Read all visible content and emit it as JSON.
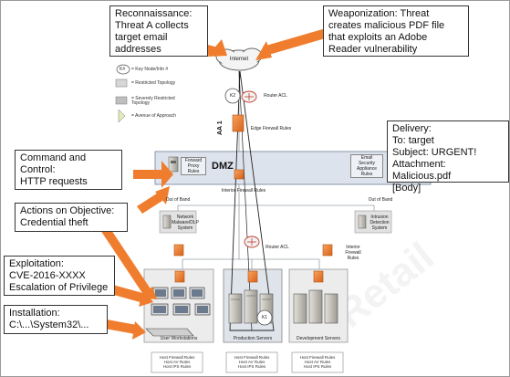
{
  "callouts": {
    "reconnaissance": "Reconnaissance:\nThreat A collects\ntarget email\naddresses",
    "weaponization": "Weaponization: Threat\ncreates malicious PDF file\nthat exploits an Adobe\nReader vulnerability",
    "delivery": "Delivery:\nTo: target\nSubject: URGENT!\nAttachment: Malicious.pdf\n[Body]",
    "command_control": "Command and\nControl:\nHTTP requests",
    "actions_objective": "Actions on Objective:\nCredential theft",
    "exploitation": "Exploitation:\nCVE-2016-XXXX\nEscalation of Privilege",
    "installation": "Installation:\nC:\\...\\System32\\..."
  },
  "diagram": {
    "internet_label": "Internet",
    "dmz_label": "DMZ",
    "aa_label": "AA 1",
    "k1_label": "K1",
    "k2_label": "K2",
    "router_acl_top": "Router ACL",
    "router_acl_mid": "Router ACL",
    "edge_firewall": "Edge Firewall Rules",
    "interior_firewall": "Interior Firewall Rules",
    "interior_firewall_right": "Interior\nFirewall\nRules",
    "forward_proxy": "Forward\nProxy\nRules",
    "email_security": "Email\nSecurity\nAppliance\nRules",
    "out_of_band_left": "Out of Band",
    "out_of_band_right": "Out of Band",
    "network_malware": "Network\nMalware/DLP\nSystem",
    "intrusion_detection": "Intrusion\nDetection\nSystem",
    "user_workstations": "User Workstations",
    "production_servers": "Production Servers",
    "development_servers": "Development Servers",
    "host_rules": "Host Firewall Rules\nHost AV Rules\nHost IPS Rules",
    "watermark": "Retail"
  },
  "legend": {
    "key_node": "= Key Node/Info #",
    "key_symbol": "K#",
    "restricted": "= Restricted Topology",
    "severely_restricted": "= Severely Restricted\nTopology",
    "avenue": "= Avenue of Approach"
  },
  "colors": {
    "arrow": "#ef7d2d",
    "firewall": "#e8762b",
    "zone_fill": "#dde3ec",
    "zone_border": "#8a96a8"
  }
}
